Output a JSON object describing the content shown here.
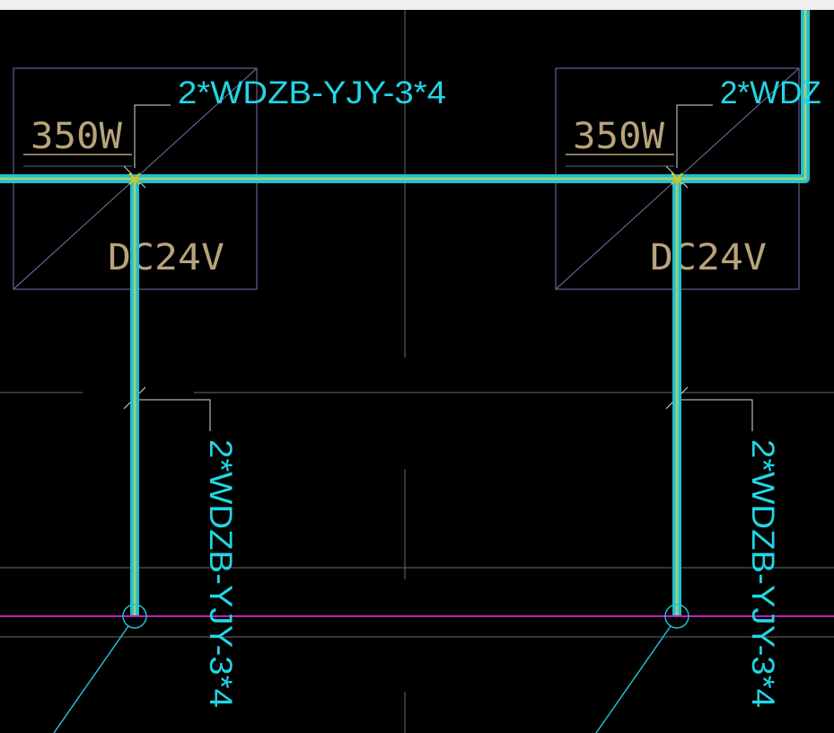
{
  "drawing": {
    "colors": {
      "cable_label": "#21d6e6",
      "wire_outer": "#1fbfd0",
      "wire_inner": "#9ad27a",
      "junction": "#e8c000",
      "equipment_box": "#6d5b8f",
      "equipment_text": "#b8a37a",
      "grid": "#6b6b6b",
      "magenta_line": "#c01fc0",
      "top_bar": "#efefef"
    },
    "units": [
      {
        "power": "350W",
        "voltage": "DC24V",
        "cable_horizontal": "2*WDZB-YJY-3*4",
        "cable_vertical": "2*WDZB-YJY-3*4"
      },
      {
        "power": "350W",
        "voltage": "DC24V",
        "cable_horizontal": "2*WDZ",
        "cable_vertical": "2*WDZB-YJY-3*4"
      }
    ]
  }
}
